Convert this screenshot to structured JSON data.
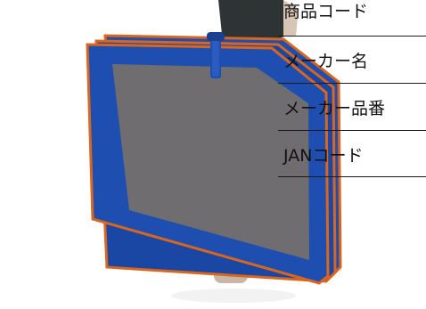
{
  "product_photo": {
    "subject": "blue-padded-carry-case-icon",
    "colors": {
      "case_blue": "#1e4fb0",
      "case_panel": "#6f6d70",
      "trim_orange": "#d9661f",
      "shirt": "#2e3333",
      "skin": "#d8c6b4"
    }
  },
  "spec_labels": [
    {
      "label": "商品コード"
    },
    {
      "label": "メーカー名"
    },
    {
      "label": "メーカー品番"
    },
    {
      "label": "JANコード"
    }
  ]
}
